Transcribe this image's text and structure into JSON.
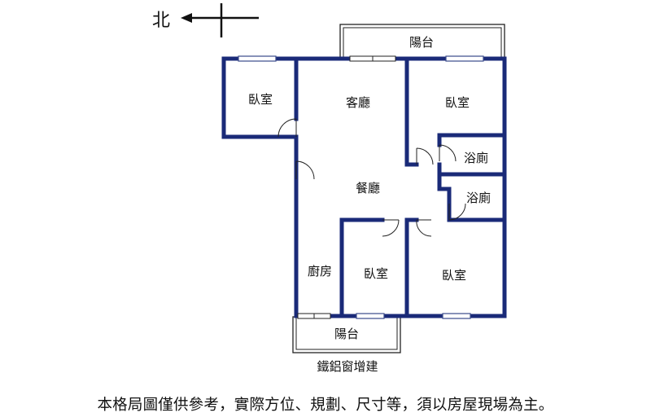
{
  "compass": {
    "label": "北"
  },
  "rooms": {
    "balcony_top": "陽台",
    "bedroom_northwest": "臥室",
    "living_room": "客廳",
    "bedroom_northeast": "臥室",
    "bathroom_upper": "浴廁",
    "dining_room": "餐廳",
    "bathroom_lower": "浴廁",
    "kitchen": "廚房",
    "bedroom_south_middle": "臥室",
    "bedroom_southeast": "臥室",
    "balcony_bottom": "陽台"
  },
  "annotations": {
    "bottom_balcony_note": "鐵鋁窗增建"
  },
  "disclaimer": "本格局圖僅供參考，實際方位、規劃、尺寸等，須以房屋現場為主。",
  "colors": {
    "wall": "#1a2a78",
    "window": "#3a4a8a",
    "line": "#222222"
  }
}
